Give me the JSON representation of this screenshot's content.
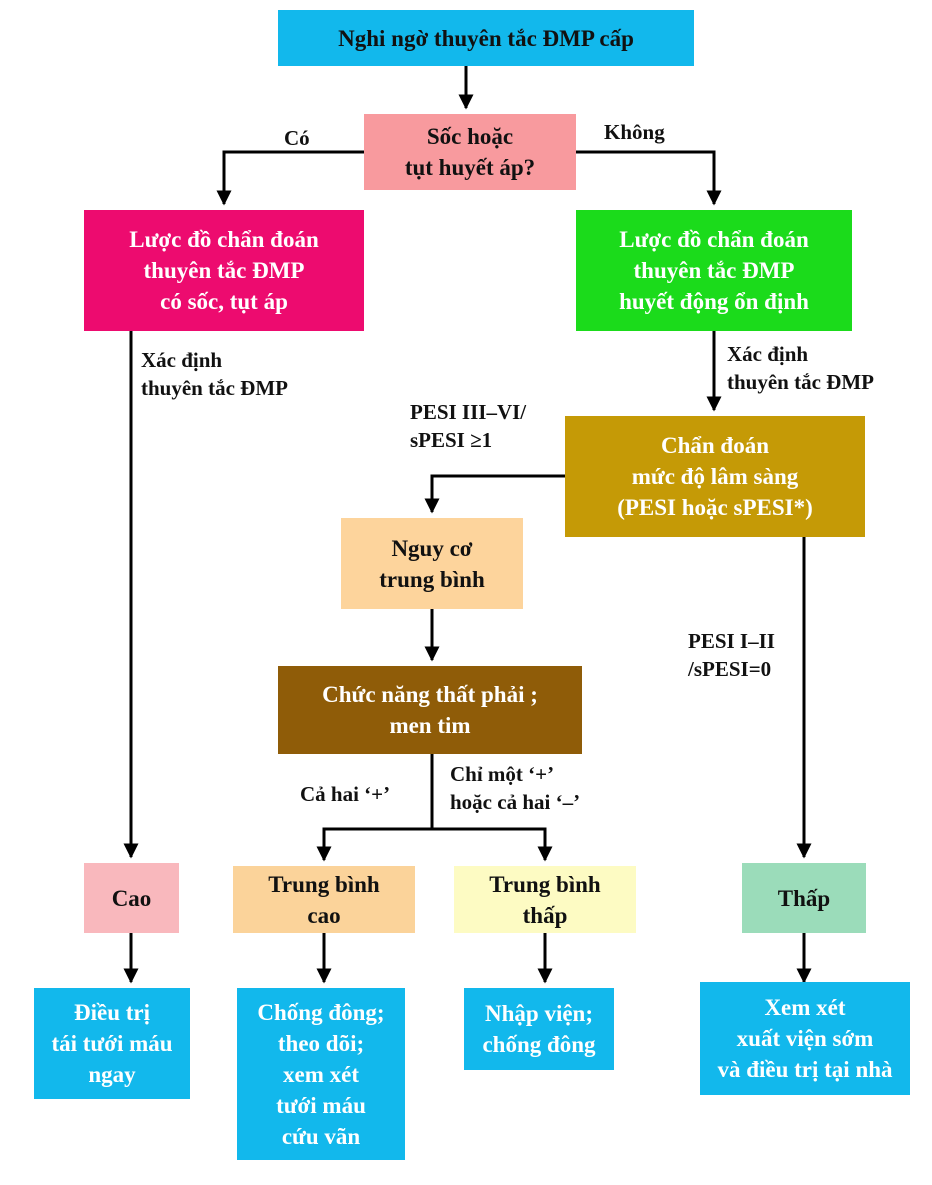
{
  "colors": {
    "cyan": "#12b8ec",
    "salmon": "#f89a9e",
    "magenta": "#ed0b6f",
    "green": "#1bdb1b",
    "gold": "#c59a06",
    "peach": "#fdd49c",
    "brown": "#8f5c08",
    "pink": "#f9b8bd",
    "light_orange": "#fbd39a",
    "light_yellow": "#fdfbc3",
    "mint": "#9bdcba",
    "arrow": "#000000"
  },
  "nodes": {
    "start": "Nghi ngờ thuyên tắc ĐMP cấp",
    "shock": [
      "Sốc hoặc",
      "tụt huyết áp?"
    ],
    "left_pathway": [
      "Lược đồ chẩn đoán",
      "thuyên tắc ĐMP",
      "có sốc, tụt áp"
    ],
    "right_pathway": [
      "Lược đồ chẩn đoán",
      "thuyên tắc ĐMP",
      "huyết động ổn định"
    ],
    "clinical": [
      "Chẩn đoán",
      "mức độ lâm sàng",
      "(PESI hoặc sPESI*)"
    ],
    "intermediate": [
      "Nguy cơ",
      "trung bình"
    ],
    "rv_function": [
      "Chức năng thất phải ;",
      "men tim"
    ],
    "high": "Cao",
    "int_high": [
      "Trung bình",
      "cao"
    ],
    "int_low": [
      "Trung bình",
      "thấp"
    ],
    "low": "Thấp",
    "treat_high": [
      "Điều trị",
      "tái tưới máu",
      "ngay"
    ],
    "treat_int_high": [
      "Chống đông;",
      "theo dõi;",
      "xem xét",
      "tưới máu",
      "cứu vãn"
    ],
    "treat_int_low": [
      "Nhập viện;",
      "chống đông"
    ],
    "treat_low": [
      "Xem xét",
      "xuất viện sớm",
      "và điều trị tại nhà"
    ]
  },
  "edge_labels": {
    "yes": "Có",
    "no": "Không",
    "confirm_left": [
      "Xác định",
      "thuyên tắc ĐMP"
    ],
    "confirm_right": [
      "Xác định",
      "thuyên tắc ĐMP"
    ],
    "pesi_high": [
      "PESI III–VI/",
      "sPESI ≥1"
    ],
    "pesi_low": [
      "PESI I–II",
      "/sPESI=0"
    ],
    "both_positive": "Cả hai ‘+’",
    "one_positive": [
      "Chỉ một ‘+’",
      "hoặc cả hai ‘–’"
    ]
  }
}
